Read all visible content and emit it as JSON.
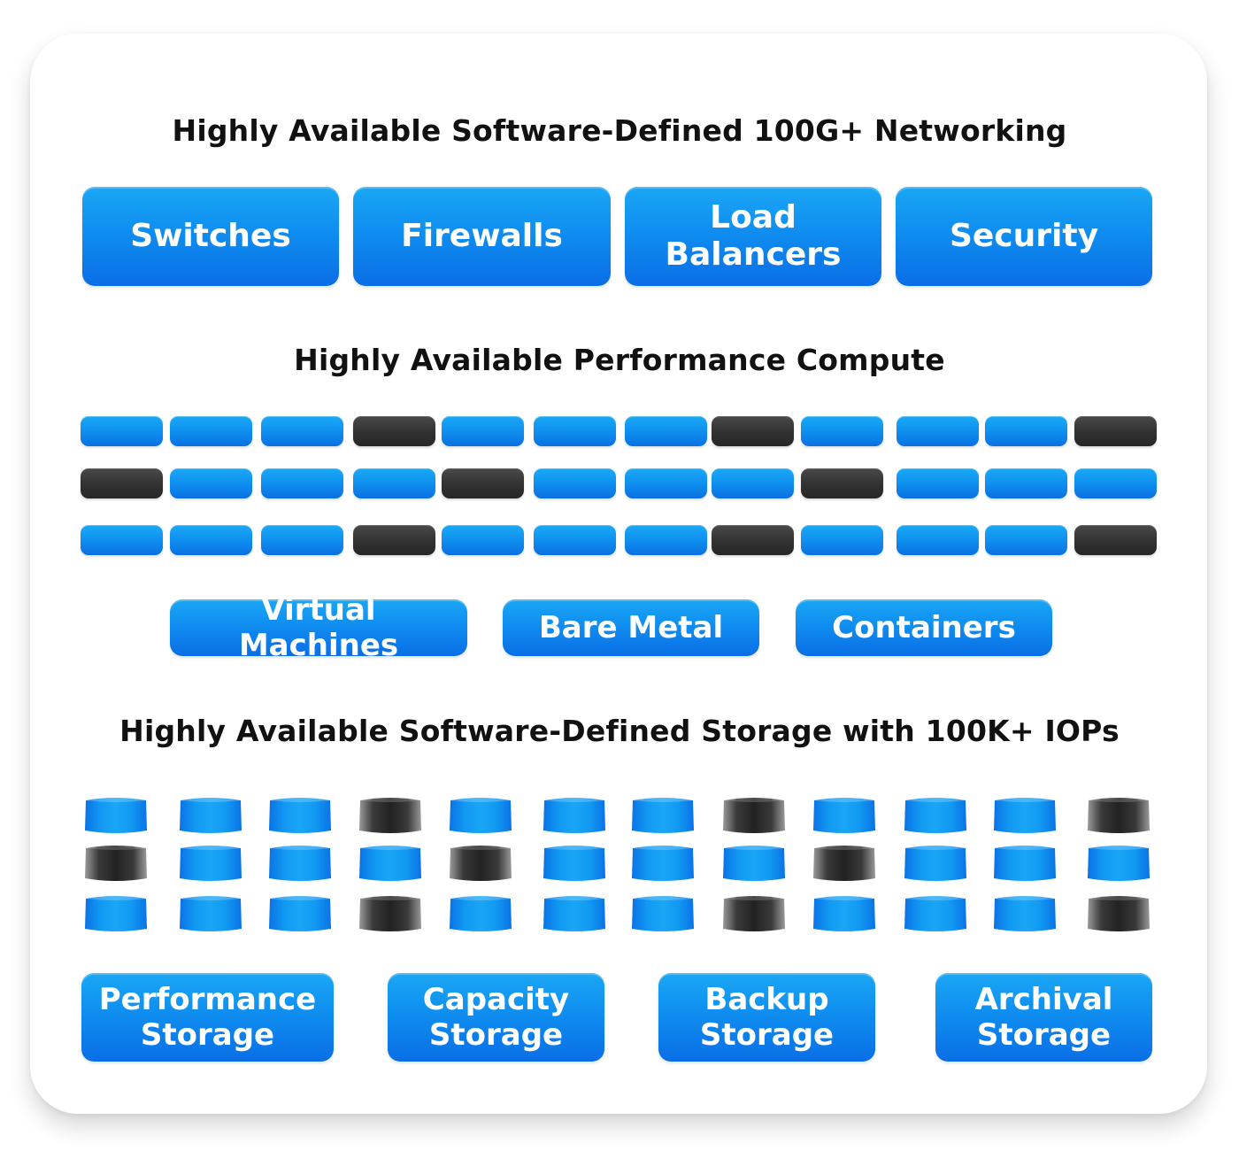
{
  "networking": {
    "heading": "Highly Available Software-Defined 100G+ Networking",
    "items": [
      "Switches",
      "Firewalls",
      "Load\nBalancers",
      "Security"
    ]
  },
  "compute": {
    "heading": "Highly Available Performance Compute",
    "server_rows": [
      [
        "blue",
        "blue",
        "blue",
        "dark",
        "blue",
        "blue",
        "blue",
        "dark",
        "blue",
        "blue",
        "blue",
        "dark"
      ],
      [
        "dark",
        "blue",
        "blue",
        "blue",
        "dark",
        "blue",
        "blue",
        "blue",
        "dark",
        "blue",
        "blue",
        "blue"
      ],
      [
        "blue",
        "blue",
        "blue",
        "dark",
        "blue",
        "blue",
        "blue",
        "dark",
        "blue",
        "blue",
        "blue",
        "dark"
      ]
    ],
    "environments": [
      "Virtual Machines",
      "Bare Metal",
      "Containers"
    ]
  },
  "storage": {
    "heading": "Highly Available Software-Defined Storage with 100K+ IOPs",
    "disk_rows": [
      [
        "blue",
        "blue",
        "blue",
        "dark",
        "blue",
        "blue",
        "blue",
        "dark",
        "blue",
        "blue",
        "blue",
        "dark"
      ],
      [
        "dark",
        "blue",
        "blue",
        "blue",
        "dark",
        "blue",
        "blue",
        "blue",
        "dark",
        "blue",
        "blue",
        "blue"
      ],
      [
        "blue",
        "blue",
        "blue",
        "dark",
        "blue",
        "blue",
        "blue",
        "dark",
        "blue",
        "blue",
        "blue",
        "dark"
      ]
    ],
    "tiers": [
      "Performance\nStorage",
      "Capacity\nStorage",
      "Backup\nStorage",
      "Archival\nStorage"
    ]
  },
  "colors": {
    "accent_blue": "#0f8ef0",
    "dark_unit": "#333333",
    "heading_text": "#111111"
  }
}
